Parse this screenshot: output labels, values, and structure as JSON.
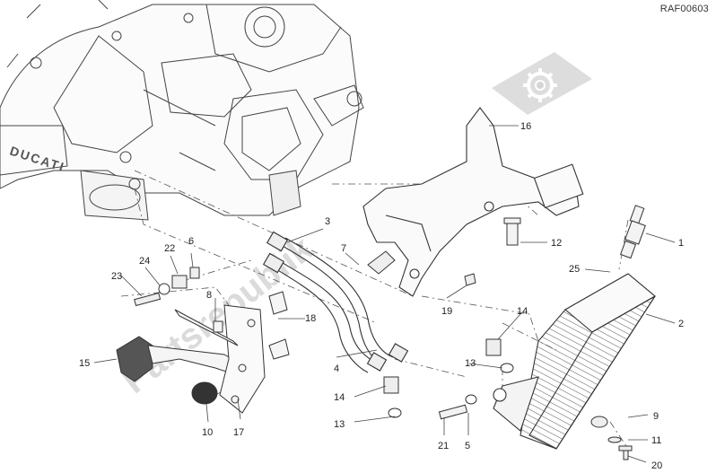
{
  "figure": {
    "reference_code": "RAF00603",
    "watermark": "Partsrepublik",
    "engine_badge": "DUCATI"
  },
  "callouts": [
    {
      "id": "c1",
      "label": "1"
    },
    {
      "id": "c2",
      "label": "2"
    },
    {
      "id": "c3",
      "label": "3"
    },
    {
      "id": "c4",
      "label": "4"
    },
    {
      "id": "c5",
      "label": "5"
    },
    {
      "id": "c6",
      "label": "6"
    },
    {
      "id": "c7",
      "label": "7"
    },
    {
      "id": "c8",
      "label": "8"
    },
    {
      "id": "c9",
      "label": "9"
    },
    {
      "id": "c10",
      "label": "10"
    },
    {
      "id": "c11",
      "label": "11"
    },
    {
      "id": "c12",
      "label": "12"
    },
    {
      "id": "c13a",
      "label": "13"
    },
    {
      "id": "c13b",
      "label": "13"
    },
    {
      "id": "c14a",
      "label": "14"
    },
    {
      "id": "c14b",
      "label": "14"
    },
    {
      "id": "c15",
      "label": "15"
    },
    {
      "id": "c16",
      "label": "16"
    },
    {
      "id": "c17",
      "label": "17"
    },
    {
      "id": "c18",
      "label": "18"
    },
    {
      "id": "c19",
      "label": "19"
    },
    {
      "id": "c20",
      "label": "20"
    },
    {
      "id": "c21",
      "label": "21"
    },
    {
      "id": "c22",
      "label": "22"
    },
    {
      "id": "c23",
      "label": "23"
    },
    {
      "id": "c24",
      "label": "24"
    },
    {
      "id": "c25",
      "label": "25"
    }
  ]
}
